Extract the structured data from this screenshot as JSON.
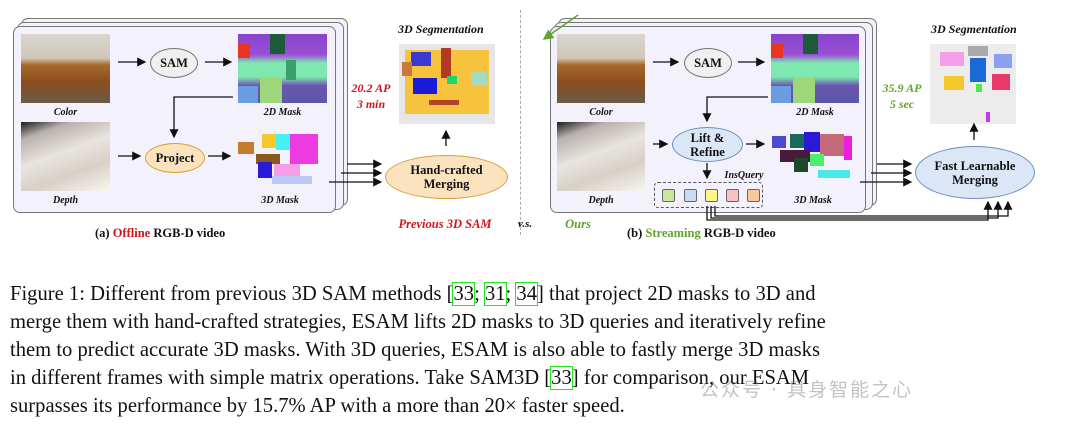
{
  "left": {
    "sam": "SAM",
    "project": "Project",
    "labels": {
      "color": "Color",
      "depth": "Depth",
      "mask2d": "2D Mask",
      "mask3d": "3D Mask"
    },
    "merging": "Hand-crafted Merging",
    "seg_title": "3D Segmentation",
    "ap": "20.2 AP",
    "time": "3 min",
    "method": "Previous 3D SAM",
    "caption_prefix": "(a)",
    "caption_highlight": "Offline",
    "caption_suffix": "RGB-D video"
  },
  "vs": "v.s.",
  "right": {
    "sam": "SAM",
    "lift": "Lift & Refine",
    "insquery": "InsQuery",
    "labels": {
      "color": "Color",
      "depth": "Depth",
      "mask2d": "2D Mask",
      "mask3d": "3D Mask"
    },
    "merging": "Fast Learnable Merging",
    "seg_title": "3D Segmentation",
    "ap": "35.9 AP",
    "time": "5 sec",
    "method": "Ours",
    "caption_prefix": "(b)",
    "caption_highlight": "Streaming",
    "caption_suffix": "RGB-D video",
    "query_colors": [
      "#cde59a",
      "#c7dcf5",
      "#fbf58a",
      "#f6c4c4",
      "#f8c89a"
    ]
  },
  "colors": {
    "red": "#d2141b",
    "green": "#5fa52a",
    "cite_box": "#22e622"
  },
  "caption": {
    "l1a": "Figure 1: Different from previous 3D SAM methods [",
    "c1": "33",
    "s1": "; ",
    "c2": "31",
    "s2": "; ",
    "c3": "34",
    "l1b": "] that project 2D masks to 3D and",
    "l2": "merge them with hand-crafted strategies, ESAM lifts 2D masks to 3D queries and iteratively refine",
    "l3": "them to predict accurate 3D masks. With 3D queries, ESAM is also able to fastly merge 3D masks",
    "l4a": "in different frames with simple matrix operations. Take SAM3D [",
    "c4": "33",
    "l4b": "] for comparison, our ESAM",
    "l5": "surpasses its performance by 15.7% AP with a more than 20× faster speed."
  },
  "watermark": "公众号 · 具身智能之心"
}
